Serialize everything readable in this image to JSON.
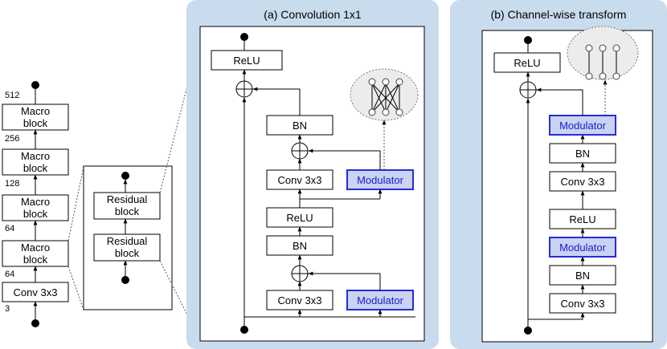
{
  "colors": {
    "panel_bg": "#c9dcee",
    "modulator_fill": "#c9d3f2",
    "modulator_stroke": "#2b2bd6",
    "modulator_text": "#1a1acc"
  },
  "backbone": {
    "blocks": [
      "Conv 3x3",
      "Macro block",
      "Macro block",
      "Macro block",
      "Macro block"
    ],
    "channels": [
      "3",
      "64",
      "64",
      "128",
      "256",
      "512"
    ]
  },
  "macro_detail": {
    "blocks": [
      "Residual block",
      "Residual block"
    ]
  },
  "panel_a": {
    "title": "(a) Convolution 1x1",
    "relu_top": "ReLU",
    "bn_top": "BN",
    "conv_top": "Conv 3x3",
    "modulator_top": "Modulator",
    "relu_mid": "ReLU",
    "bn_mid": "BN",
    "conv_bottom": "Conv 3x3",
    "modulator_bottom": "Modulator",
    "icon": "fully-connected-network-icon"
  },
  "panel_b": {
    "title": "(b) Channel-wise transform",
    "blocks": [
      "ReLU",
      "Modulator",
      "BN",
      "Conv 3x3",
      "ReLU",
      "Modulator",
      "BN",
      "Conv 3x3"
    ],
    "icon": "channel-wise-network-icon"
  }
}
